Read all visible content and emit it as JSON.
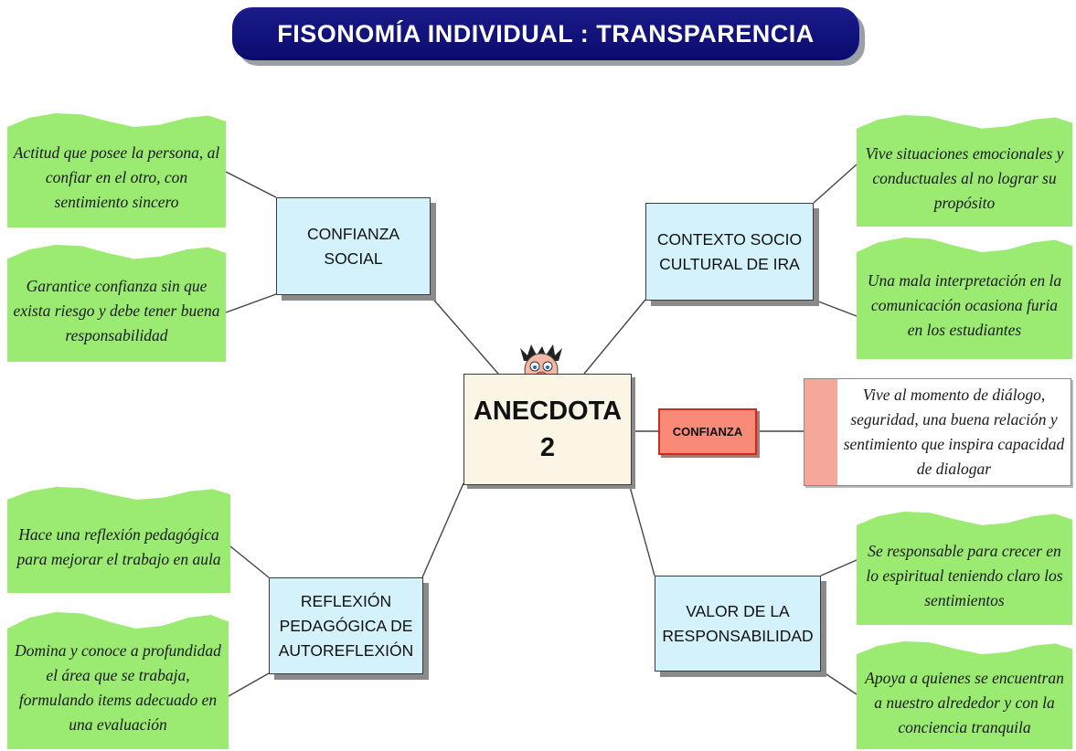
{
  "title": "FISONOMÍA INDIVIDUAL : TRANSPARENCIA",
  "center": {
    "line1": "ANECDOTA",
    "line2": "2"
  },
  "topics": {
    "confianza_social": "CONFIANZA SOCIAL",
    "contexto": "CONTEXTO SOCIO CULTURAL DE IRA",
    "reflexion": "REFLEXIÓN PEDAGÓGICA DE AUTOREFLEXIÓN",
    "valor": "VALOR DE LA RESPONSABILIDAD",
    "confianza": "CONFIANZA"
  },
  "notes": {
    "tl1": "Actitud que posee la persona, al confiar en el otro, con sentimiento sincero",
    "tl2": "Garantice confianza sin que exista riesgo y debe tener buena responsabilidad",
    "tr1": "Vive situaciones emocionales y conductuales al no lograr su propósito",
    "tr2": "Una mala interpretación en la comunicación ocasiona furia en los estudiantes",
    "conf": "Vive al momento de diálogo, seguridad, una buena relación y sentimiento que inspira capacidad de dialogar",
    "bl1": "Hace una reflexión pedagógica para mejorar el trabajo en aula",
    "bl2": "Domina y conoce a profundidad el área que se trabaja, formulando items adecuado en una evaluación",
    "br1": "Se responsable para crecer en lo espiritual teniendo claro los sentimientos",
    "br2": "Apoya a quienes se encuentran a nuestro alrededor y con la conciencia tranquila"
  },
  "colors": {
    "title_bg": "#0a0a6e",
    "note_green": "#9bea71",
    "topic_blue": "#d4f2fb",
    "confianza_red": "#f98a78",
    "center_bg": "#fbf5e6"
  }
}
